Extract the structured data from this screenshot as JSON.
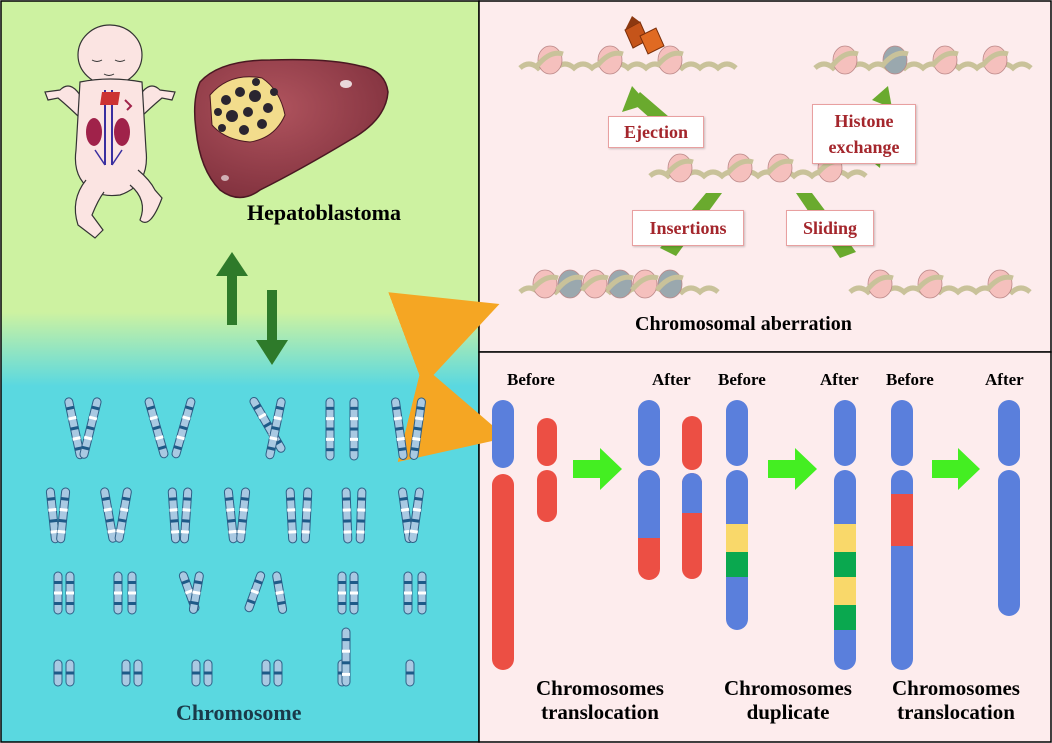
{
  "left_panel": {
    "disease_label": "Hepatoblastoma",
    "chromosome_label": "Chromosome"
  },
  "nucleosome_panel": {
    "title": "Chromosomal aberration",
    "processes": {
      "ejection": "Ejection",
      "histone_exchange_line1": "Histone",
      "histone_exchange_line2": "exchange",
      "insertions": "Insertions",
      "sliding": "Sliding"
    }
  },
  "translocation_panel": {
    "columns": [
      {
        "before": "Before",
        "after": "After",
        "caption_line1": "Chromosomes",
        "caption_line2": "translocation"
      },
      {
        "before": "Before",
        "after": "After",
        "caption_line1": "Chromosomes",
        "caption_line2": "duplicate"
      },
      {
        "before": "Before",
        "after": "After",
        "caption_line1": "Chromosomes",
        "caption_line2": "translocation"
      }
    ]
  },
  "colors": {
    "green_bg": "#cdf2a1",
    "cyan_bg": "#5ad8e0",
    "pink_bg": "#fdeced",
    "chrom_blue": "#5a7fdc",
    "chrom_red": "#ec4f44",
    "chrom_yellow": "#f9d86a",
    "chrom_green": "#0aa84f",
    "arrow_green": "#2e8b2e",
    "arrow_lime": "#44ee22",
    "arrow_orange": "#f5a623"
  }
}
